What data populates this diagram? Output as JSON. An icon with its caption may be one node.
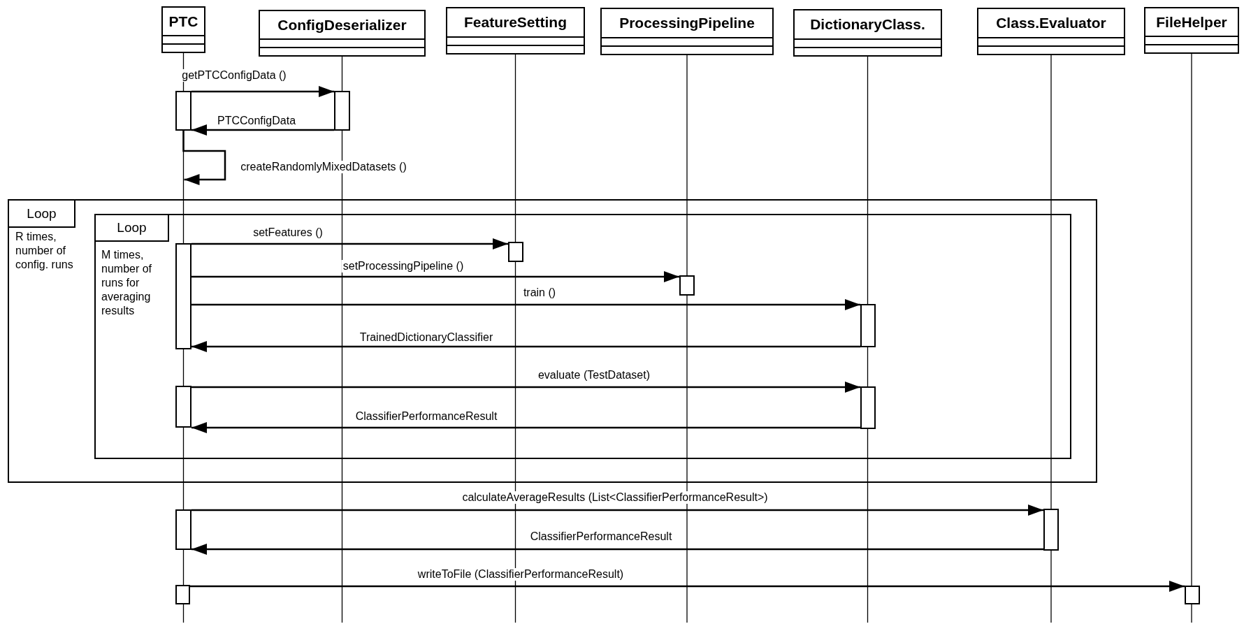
{
  "diagram": {
    "nodes": [
      {
        "text": [
          "PTC"
        ]
      },
      {
        "text": [
          "ConfigDeserializer"
        ]
      },
      {
        "text": [
          "FeatureSetting"
        ]
      },
      {
        "text": [
          "ProcessingPipeline"
        ]
      },
      {
        "text": [
          "DictionaryClass."
        ]
      },
      {
        "text": [
          "Class.Evaluator"
        ]
      },
      {
        "text": [
          "FileHelper"
        ]
      },
      {
        "text": [],
        "shape": "bar"
      },
      {
        "text": [],
        "shape": "bar"
      },
      {
        "text": [
          "Loop",
          "R times, number of config. runs"
        ]
      },
      {
        "text": [
          "Loop",
          "M times, number of runs for averaging results"
        ],
        "in": 9
      },
      {
        "text": [],
        "shape": "bar",
        "in": 10
      },
      {
        "text": [],
        "shape": "bar",
        "in": 10
      },
      {
        "text": [],
        "shape": "bar",
        "in": 10
      },
      {
        "text": [],
        "shape": "bar",
        "in": 10
      },
      {
        "text": [],
        "shape": "bar",
        "in": 10
      },
      {
        "text": [],
        "shape": "bar",
        "in": 10
      },
      {
        "text": [],
        "shape": "bar"
      },
      {
        "text": [],
        "shape": "bar"
      },
      {
        "text": [],
        "shape": "bar"
      },
      {
        "text": [],
        "shape": "bar"
      }
    ],
    "edges": [
      {
        "from": 7,
        "to": 8,
        "arrow": "to",
        "label": "getPTCConfigData ()"
      },
      {
        "from": 8,
        "to": 7,
        "arrow": "to",
        "label": "PTCConfigData"
      },
      {
        "from": 7,
        "to": 7,
        "arrow": "to",
        "label": "createRandomlyMixedDatasets ()"
      },
      {
        "from": 11,
        "to": 12,
        "arrow": "to",
        "label": "setFeatures ()"
      },
      {
        "from": 11,
        "to": 13,
        "arrow": "to",
        "label": "setProcessingPipeline ()"
      },
      {
        "from": 11,
        "to": 14,
        "arrow": "to",
        "label": "train ()"
      },
      {
        "from": 14,
        "to": 11,
        "arrow": "to",
        "label": "TrainedDictionaryClassifier"
      },
      {
        "from": 15,
        "to": 16,
        "arrow": "to",
        "label": "evaluate (TestDataset)"
      },
      {
        "from": 16,
        "to": 15,
        "arrow": "to",
        "label": "ClassifierPerformanceResult"
      },
      {
        "from": 17,
        "to": 18,
        "arrow": "to",
        "label": "calculateAverageResults (List<ClassifierPerformanceResult>)"
      },
      {
        "from": 18,
        "to": 17,
        "arrow": "to",
        "label": "ClassifierPerformanceResult"
      },
      {
        "from": 19,
        "to": 20,
        "arrow": "to",
        "label": "writeToFile (ClassifierPerformanceResult)"
      }
    ]
  }
}
